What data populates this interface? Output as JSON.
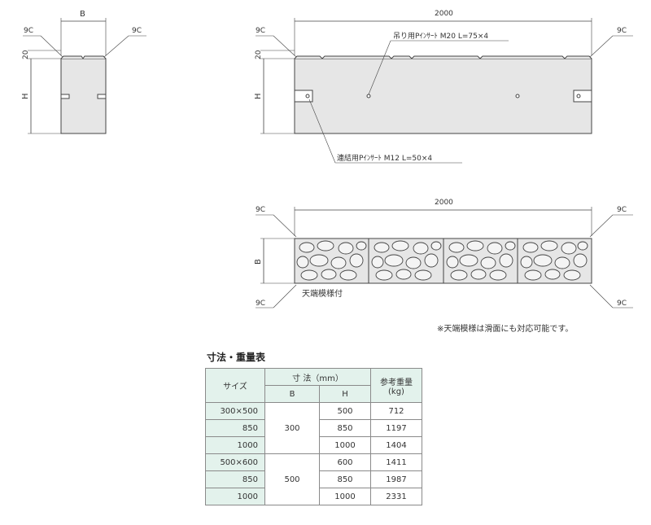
{
  "labels": {
    "b": "B",
    "h": "H",
    "c9": "9C",
    "d20": "20",
    "d2000": "2000",
    "lift_insert": "吊り用Pｲﾝｻｰﾄ M20 L=75×4",
    "connect_insert": "連結用Pｲﾝｻｰﾄ M12 L=50×4",
    "top_pattern": "天端模様付",
    "note": "※天端模様は滑面にも対応可能です。"
  },
  "table": {
    "title": "寸法・重量表",
    "head_size": "サイズ",
    "head_dims": "寸 法（mm）",
    "head_b": "B",
    "head_h": "H",
    "head_weight_1": "参考重量",
    "head_weight_2": "(kg)",
    "rows": [
      {
        "size": "300×500",
        "b": "300",
        "h": "500",
        "w": "712"
      },
      {
        "size": "850",
        "b": "",
        "h": "850",
        "w": "1197"
      },
      {
        "size": "1000",
        "b": "",
        "h": "1000",
        "w": "1404"
      },
      {
        "size": "500×600",
        "b": "500",
        "h": "600",
        "w": "1411"
      },
      {
        "size": "850",
        "b": "",
        "h": "850",
        "w": "1987"
      },
      {
        "size": "1000",
        "b": "",
        "h": "1000",
        "w": "2331"
      }
    ]
  },
  "colors": {
    "block_fill": "#e6e6e6",
    "outline": "#444444",
    "header_fill": "#e3f2ec"
  }
}
